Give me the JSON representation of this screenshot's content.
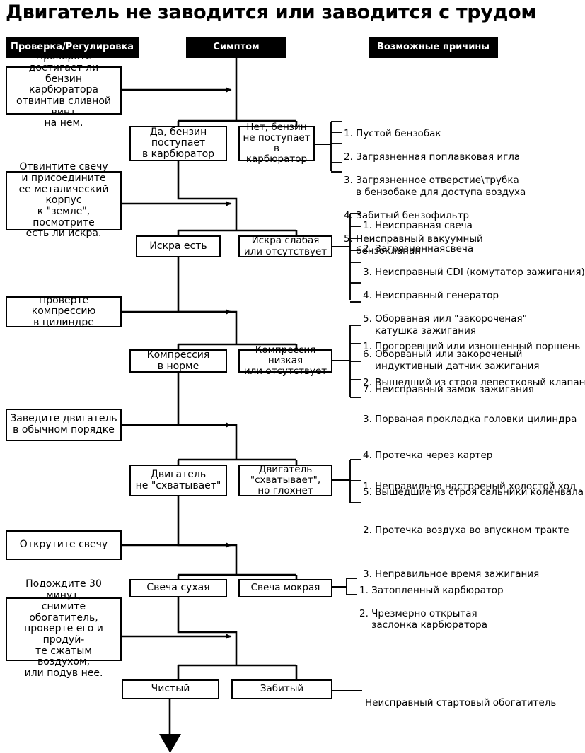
{
  "document": {
    "title": "Двигатель не заводится или заводится с трудом",
    "type": "troubleshooting-flowchart",
    "language": "ru"
  },
  "colors": {
    "header_background": "#000000",
    "header_text": "#ffffff",
    "box_border": "#000000",
    "box_background": "#ffffff",
    "page_background": "#ffffff",
    "line": "#000000"
  },
  "headers": [
    {
      "label": "Проверка/Регулировка",
      "column": "check"
    },
    {
      "label": "Симптом",
      "column": "symptom"
    },
    {
      "label": "Возможные причины",
      "column": "causes"
    }
  ],
  "steps": [
    {
      "id": "fuel",
      "check": "Проверьте достигает ли\nбензин карбюратора\nотвинтив сливной винт\nна нем.",
      "good": "Да, бензин\nпоступает\nв карбюратор",
      "bad": "Нет, бензин\nне поступает\nв карбюратор",
      "causes": [
        "1. Пустой бензобак",
        "2. Загрязненная поплавковая игла",
        "3. Загрязненное отверстие\\трубка\n    в бензобаке для доступа воздуха",
        "4. Забитый бензофильтр",
        "5. Неисправный вакуумный\n    бензоклапан"
      ]
    },
    {
      "id": "spark",
      "check": "Отвинтите свечу\nи присоедините\nее металический корпус\nк \"земле\", посмотрите\nесть ли искра.",
      "good": "Искра есть",
      "bad": "Искра слабая\nили отсутствует",
      "causes": [
        "1. Неисправная свеча",
        "2. Загрязненнаясвеча",
        "3. Неисправный CDI (комутатор зажигания)",
        "4. Неисправный генератор",
        "5. Оборваная иил \"закороченая\"\n    катушка зажигания",
        "6. Оборваный или закороченый\n    индуктивный датчик зажигания",
        "7. Неисправный замок зажигания"
      ]
    },
    {
      "id": "compression",
      "check": "Проверте компрессию\nв цилиндре",
      "good": "Компрессия\nв норме",
      "bad": "Компрессия низкая\nили отсутствует",
      "causes": [
        "1. Прогоревший или изношенный поршень",
        "2. Вышедший из строя лепестковый клапан",
        "3. Порваная прокладка головки цилиндра",
        "4. Протечка через картер",
        "5. Вышедшие из строя сальники коленвала"
      ]
    },
    {
      "id": "start",
      "check": "Заведите двигатель\nв обычном порядке",
      "good": "Двигатель\nне \"схватывает\"",
      "bad": "Двигатель\n\"схватывает\",\nно глохнет",
      "causes": [
        "1. Неправильно настроеный холостой ход",
        "2. Протечка воздуха во впускном тракте",
        "3. Неправильное время зажигания"
      ]
    },
    {
      "id": "plug",
      "check": "Открутите свечу",
      "good": "Свеча сухая",
      "bad": "Свеча мокрая",
      "causes": [
        "1. Затопленный карбюратор",
        "2. Чрезмерно открытая\n    заслонка карбюратора"
      ]
    },
    {
      "id": "enrichener",
      "check": "Подождите 30 минут,\nснимите обогатитель,\nпроверте его и продуй-\nте сжатым воздухом,\nили подув нее.",
      "good": "Чистый",
      "bad": "Забитый",
      "causes": [
        "Неисправный стартовый обогатитель"
      ]
    }
  ]
}
